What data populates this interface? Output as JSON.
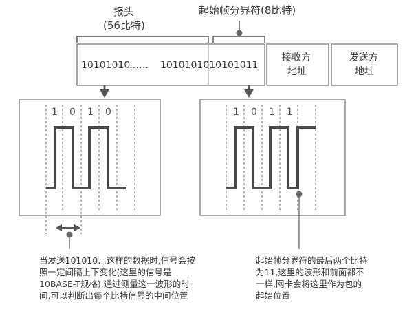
{
  "header_label_line1": "报头",
  "header_label_line2": "(56比特)",
  "sfd_label": "起始帧分界符(8比特)",
  "bits_left": "10101010",
  "bits_dots": "……",
  "bits_right": "1010101010101011",
  "dest_addr_line1": "接收方",
  "dest_addr_line2": "地址",
  "src_addr_line1": "发送方",
  "src_addr_line2": "地址",
  "left_ticks": [
    "1",
    "0",
    "1",
    "0"
  ],
  "right_ticks": [
    "1",
    "0",
    "1",
    "1"
  ],
  "note_left": [
    "当发送101010…这样的数据时,信号会按",
    "照一定间隔上下变化(这里的信号是",
    "10BASE-T规格),通过测量这一波形的时",
    "间,可以判断出每个比特信号的中间位置"
  ],
  "note_right": [
    "起始帧分界符的最后两个比特",
    "为11,这里的波形和前面都不",
    "一样,网卡会将这里作为包的",
    "起始位置"
  ],
  "colors": {
    "line": "#5a5a5a",
    "waveform": "#4a4a4a",
    "arrow": "#555555",
    "dot": "#6b6b6b"
  }
}
